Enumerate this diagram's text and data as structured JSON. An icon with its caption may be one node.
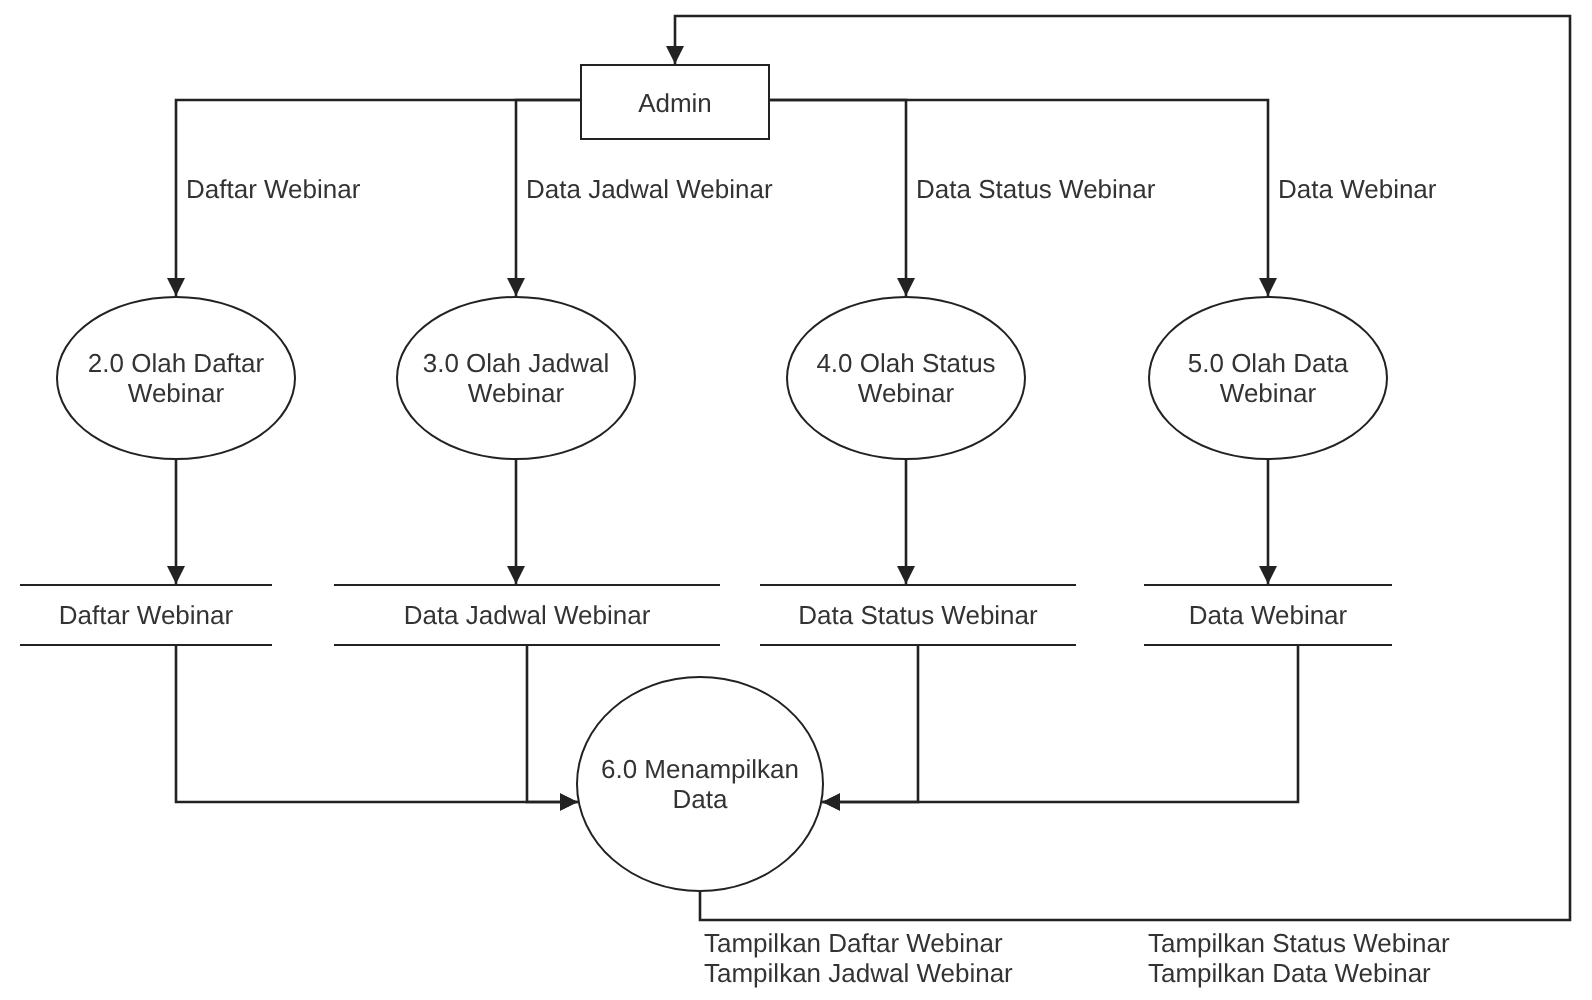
{
  "diagram": {
    "nodes": [
      {
        "text": [
          "Admin"
        ]
      },
      {
        "text": [
          "2.0 Olah Daftar Webinar"
        ]
      },
      {
        "text": [
          "3.0 Olah Jadwal Webinar"
        ]
      },
      {
        "text": [
          "4.0 Olah Status Webinar"
        ]
      },
      {
        "text": [
          "5.0 Olah Data Webinar"
        ]
      },
      {
        "text": [
          "Daftar Webinar"
        ]
      },
      {
        "text": [
          "Data Jadwal Webinar"
        ]
      },
      {
        "text": [
          "Data Status Webinar"
        ]
      },
      {
        "text": [
          "Data Webinar"
        ]
      },
      {
        "text": [
          "6.0 Menampilkan Data"
        ]
      }
    ],
    "edges": [
      {
        "from": 0,
        "to": 1,
        "arrow": "to",
        "label": "Daftar Webinar"
      },
      {
        "from": 0,
        "to": 2,
        "arrow": "to",
        "label": "Data Jadwal Webinar"
      },
      {
        "from": 0,
        "to": 3,
        "arrow": "to",
        "label": "Data Status Webinar"
      },
      {
        "from": 0,
        "to": 4,
        "arrow": "to",
        "label": "Data Webinar"
      },
      {
        "from": 1,
        "to": 5,
        "arrow": "to"
      },
      {
        "from": 2,
        "to": 6,
        "arrow": "to"
      },
      {
        "from": 3,
        "to": 7,
        "arrow": "to"
      },
      {
        "from": 4,
        "to": 8,
        "arrow": "to"
      },
      {
        "from": 5,
        "to": 9,
        "arrow": "to"
      },
      {
        "from": 6,
        "to": 9,
        "arrow": "to"
      },
      {
        "from": 7,
        "to": 9,
        "arrow": "to"
      },
      {
        "from": 8,
        "to": 9,
        "arrow": "to"
      },
      {
        "from": 9,
        "to": 0,
        "arrow": "to"
      }
    ],
    "labels": [
      "Tampilkan Daftar Webinar",
      "Tampilkan Status Webinar",
      "Tampilkan Jadwal Webinar",
      "Tampilkan Data Webinar"
    ]
  }
}
